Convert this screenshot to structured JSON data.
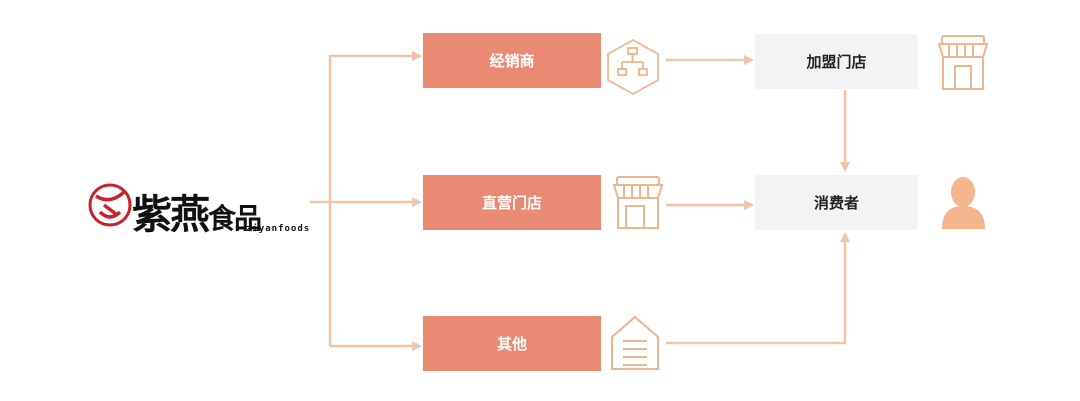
{
  "logo": {
    "name_cn": "紫燕",
    "suffix_cn": "食品",
    "name_en": "ziyanfoods"
  },
  "channels": [
    {
      "label": "经销商",
      "icon": "distribution-network-icon"
    },
    {
      "label": "直营门店",
      "icon": "storefront-icon"
    },
    {
      "label": "其他",
      "icon": "house-icon"
    }
  ],
  "targets": [
    {
      "label": "加盟门店",
      "icon": "storefront-icon"
    },
    {
      "label": "消费者",
      "icon": "person-icon"
    }
  ],
  "colors": {
    "accent": "#eb8a72",
    "line": "#f2c3a6",
    "icon": "#efb58f",
    "gray_box": "#f3f3f5"
  }
}
